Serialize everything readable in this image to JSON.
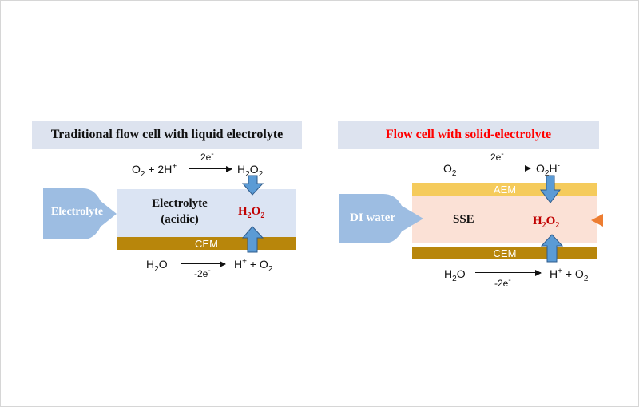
{
  "left": {
    "title": "Traditional flow cell with liquid electrolyte",
    "top_reaction": {
      "lhs": "O",
      "lhs_sub": "2",
      "lhs_mid": " + 2H",
      "lhs_sup": "+",
      "electrons": "2e",
      "electrons_sup": "-",
      "rhs": "H",
      "rhs_sub1": "2",
      "rhs_mid": "O",
      "rhs_sub2": "2"
    },
    "bottom_reaction": {
      "lhs": "H",
      "lhs_sub": "2",
      "lhs_end": "O",
      "electrons": "-2e",
      "electrons_sup": "-",
      "rhs": "H",
      "rhs_sup": "+",
      "rhs_end": " + O",
      "rhs_sub": "2"
    },
    "inlet_label": "Electrolyte",
    "chamber_line1": "Electrolyte",
    "chamber_line2": "(acidic)",
    "product": {
      "base": "H",
      "sub1": "2",
      "mid": "O",
      "sub2": "2"
    },
    "membrane_label": "CEM"
  },
  "right": {
    "title": "Flow cell with solid-electrolyte",
    "top_reaction": {
      "lhs": "O",
      "lhs_sub": "2",
      "electrons": "2e",
      "electrons_sup": "-",
      "rhs": "O",
      "rhs_sub": "2",
      "rhs_end": "H",
      "rhs_sup": "-"
    },
    "bottom_reaction": {
      "lhs": "H",
      "lhs_sub": "2",
      "lhs_end": "O",
      "electrons": "-2e",
      "electrons_sup": "-",
      "rhs": "H",
      "rhs_sup": "+",
      "rhs_end": " + O",
      "rhs_sub": "2"
    },
    "inlet_label": "DI water",
    "chamber_label": "SSE",
    "product": {
      "base": "H",
      "sub1": "2",
      "mid": "O",
      "sub2": "2"
    },
    "top_membrane_label": "AEM",
    "bottom_membrane_label": "CEM"
  },
  "colors": {
    "title_bg": "#dde3ef",
    "left_chamber": "#dbe4f3",
    "right_chamber": "#fbe1d6",
    "inlet_blue": "#9dbde2",
    "arrow_blue": "#5b9bd5",
    "cem": "#b8860b",
    "aem": "#f5cb5c",
    "product_red": "#c00000",
    "right_title_red": "#ff0000",
    "outlet_orange": "#ed7d31"
  }
}
